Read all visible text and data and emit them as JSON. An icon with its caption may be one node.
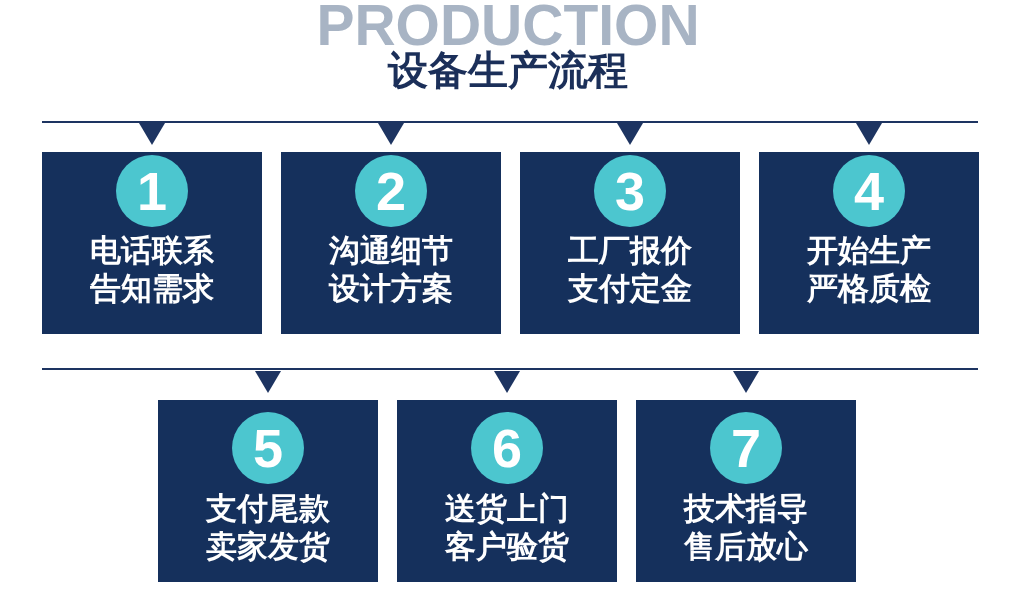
{
  "diagram": {
    "title": "设备生产流程",
    "nodes": [
      {
        "text": [
          "电话联系",
          "告知需求"
        ]
      },
      {
        "text": [
          "1"
        ],
        "in": 0
      },
      {
        "text": [
          "沟通细节",
          "设计方案"
        ]
      },
      {
        "text": [
          "2"
        ],
        "in": 2
      },
      {
        "text": [
          "工厂报价",
          "支付定金"
        ]
      },
      {
        "text": [
          "3"
        ],
        "in": 4
      },
      {
        "text": [
          "开始生产",
          "严格质检"
        ]
      },
      {
        "text": [
          "4"
        ],
        "in": 6
      },
      {
        "text": [
          "支付尾款",
          "卖家发货"
        ]
      },
      {
        "text": [
          "5"
        ],
        "in": 8
      },
      {
        "text": [
          "送货上门",
          "客户验货"
        ]
      },
      {
        "text": [
          "6"
        ],
        "in": 10
      },
      {
        "text": [
          "技术指导",
          "售后放心"
        ]
      },
      {
        "text": [
          "7"
        ],
        "in": 12
      }
    ],
    "labels": [
      "PRODUCTION"
    ]
  }
}
